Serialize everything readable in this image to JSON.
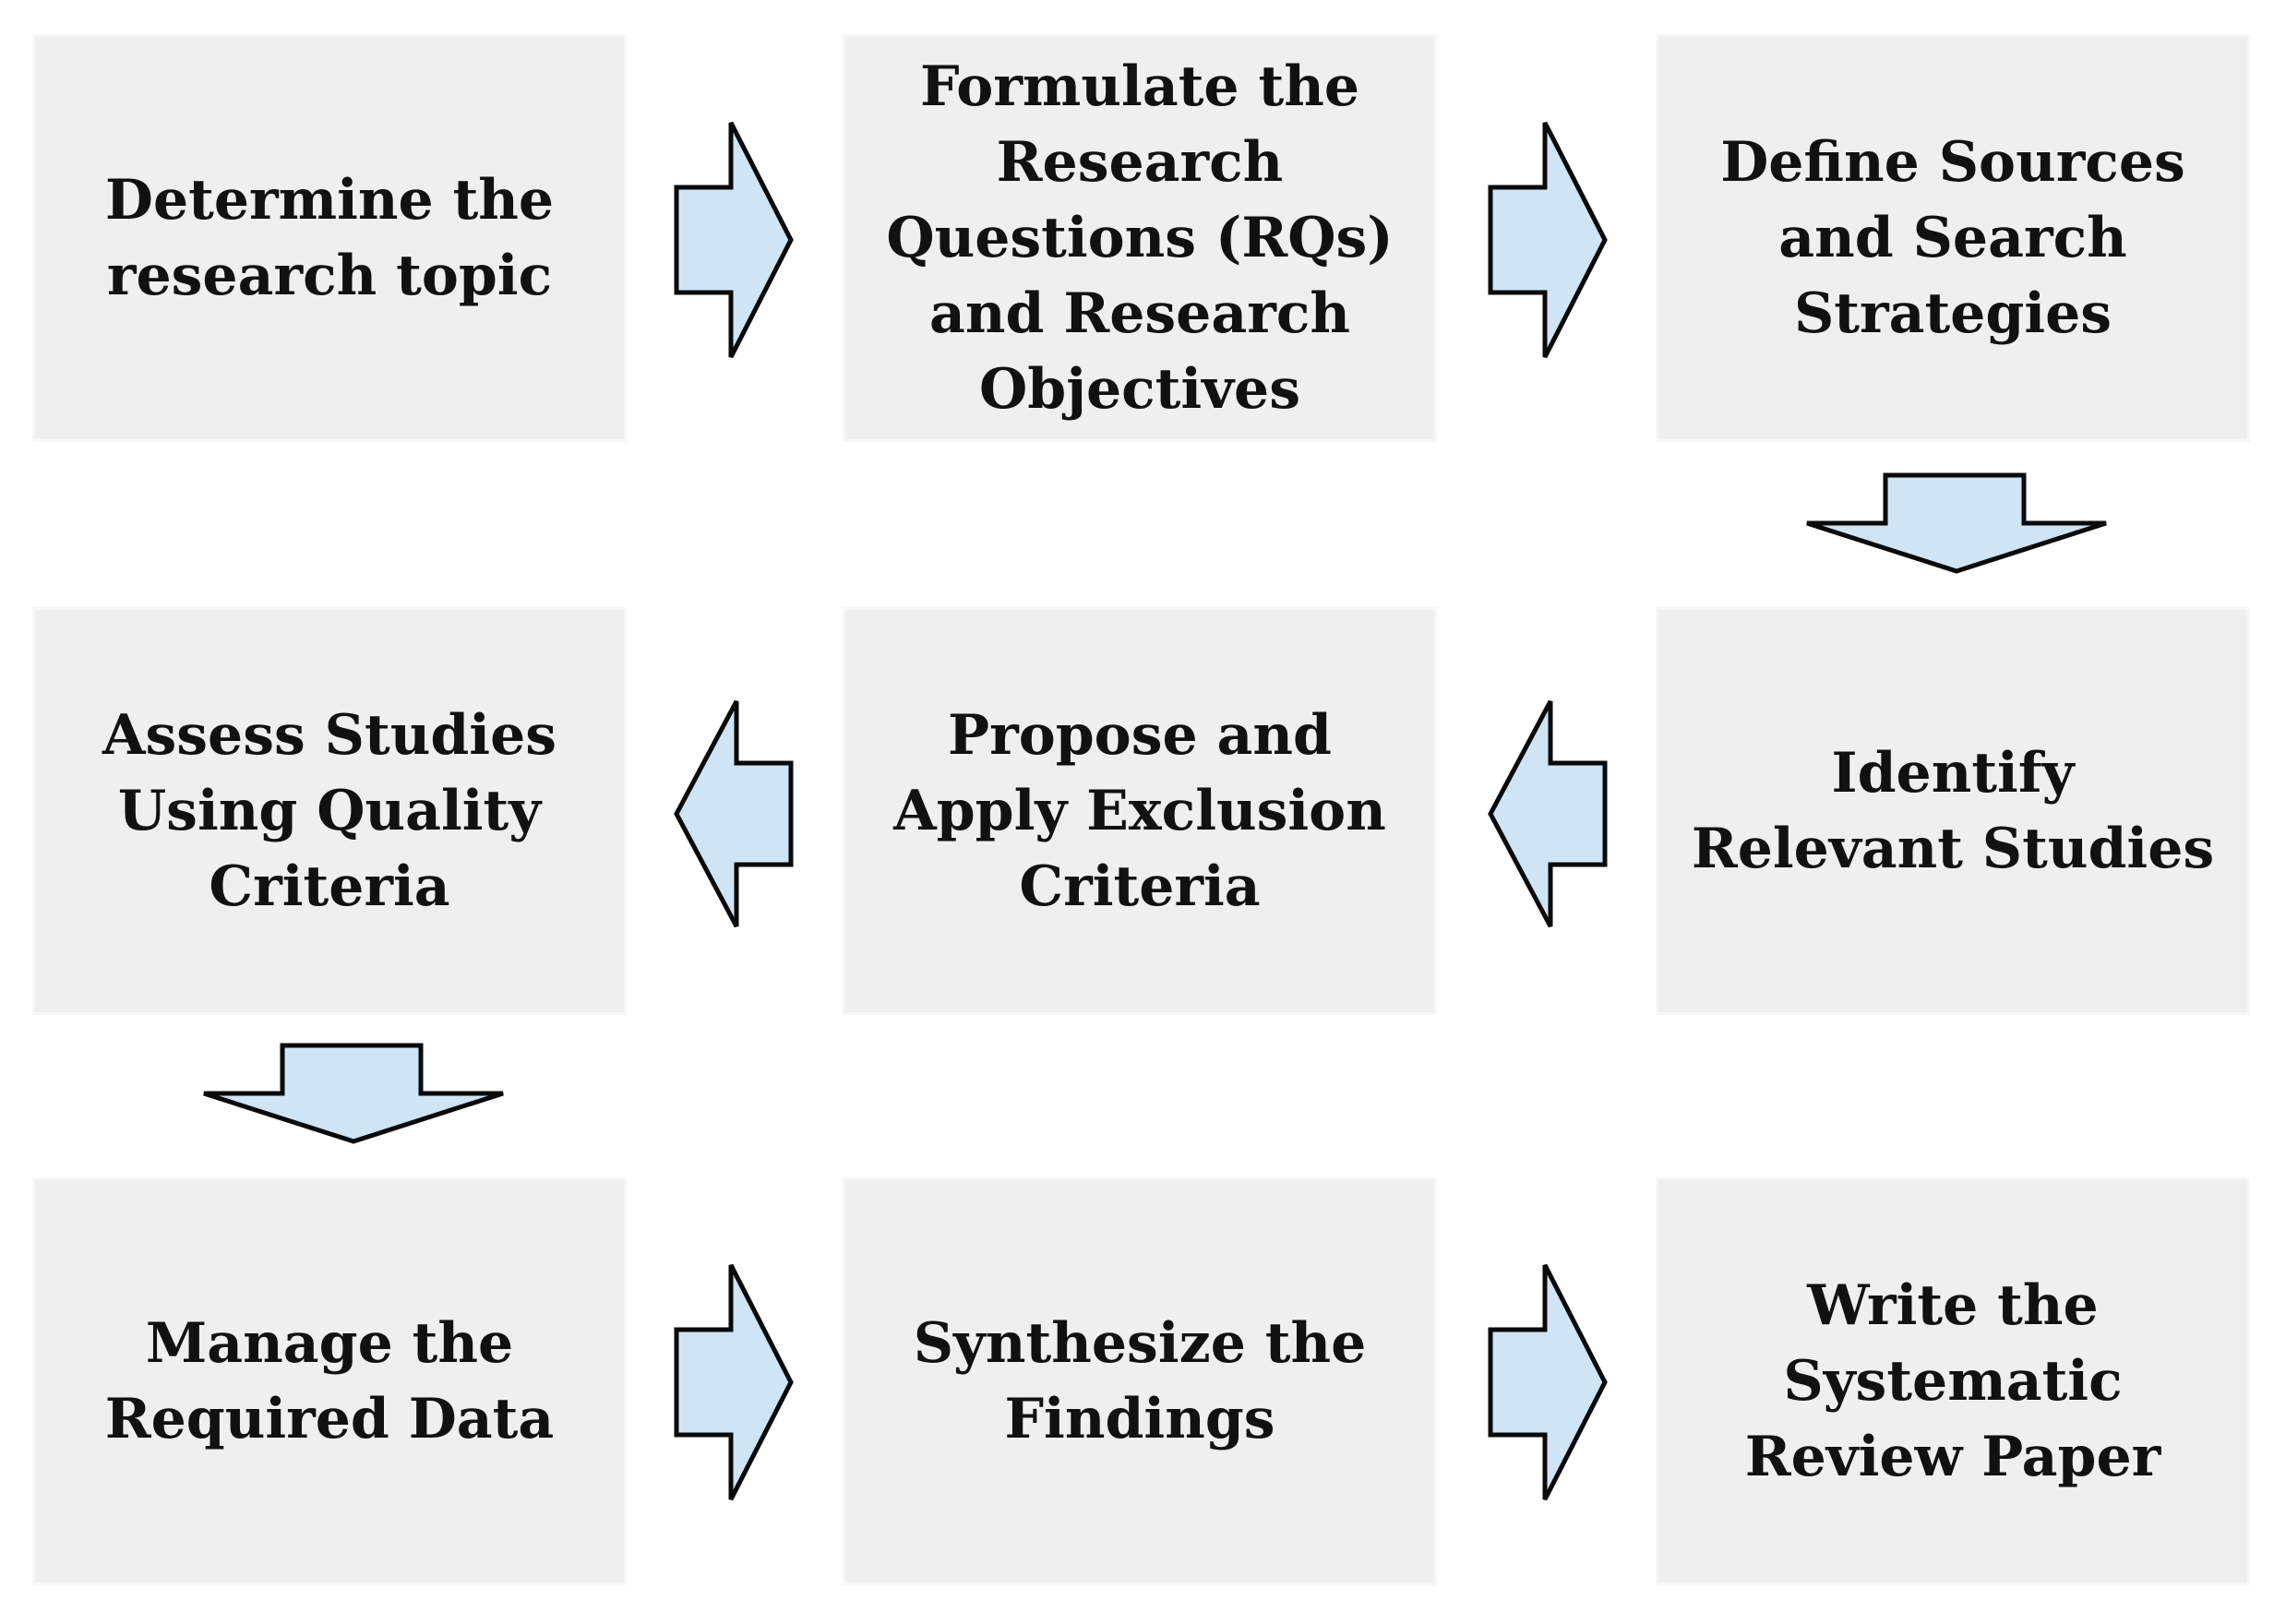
{
  "diagram": {
    "steps": [
      {
        "label": "Determine the\nresearch topic"
      },
      {
        "label": "Formulate the\nResearch\nQuestions (RQs)\nand Research\nObjectives"
      },
      {
        "label": "Define Sources\nand Search\nStrategies"
      },
      {
        "label": "Assess Studies\nUsing Quality\nCriteria"
      },
      {
        "label": "Propose and\nApply Exclusion\nCriteria"
      },
      {
        "label": "Identify\nRelevant Studies"
      },
      {
        "label": "Manage the\nRequired Data"
      },
      {
        "label": "Synthesize the\nFindings"
      },
      {
        "label": "Write the\nSystematic\nReview Paper"
      }
    ],
    "colors": {
      "box_fill": "#efefef",
      "arrow_fill": "#cfe4f5",
      "arrow_stroke": "#0a0a0a",
      "text": "#111111"
    }
  }
}
